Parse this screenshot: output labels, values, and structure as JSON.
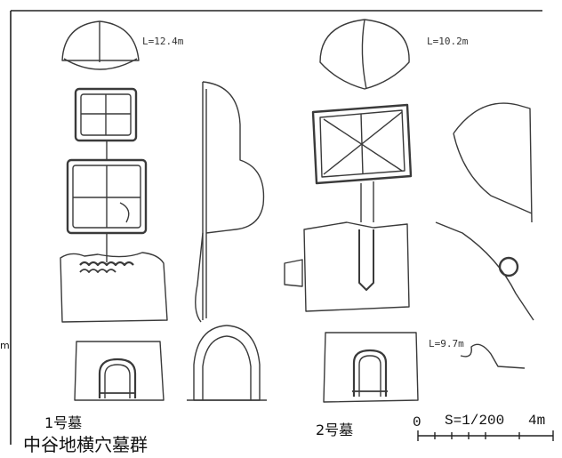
{
  "figure": {
    "tomb1": {
      "length_label": "L=12.4m",
      "caption": "1号墓"
    },
    "tomb2": {
      "length_label": "L=10.2m",
      "caption": "2号墓",
      "chamber_length_label": "L=9.7m"
    },
    "site_title": "中谷地横穴墓群",
    "scale": {
      "zero": "0",
      "ratio": "S=1/200",
      "max": "4m"
    },
    "edge_letter": "m"
  }
}
